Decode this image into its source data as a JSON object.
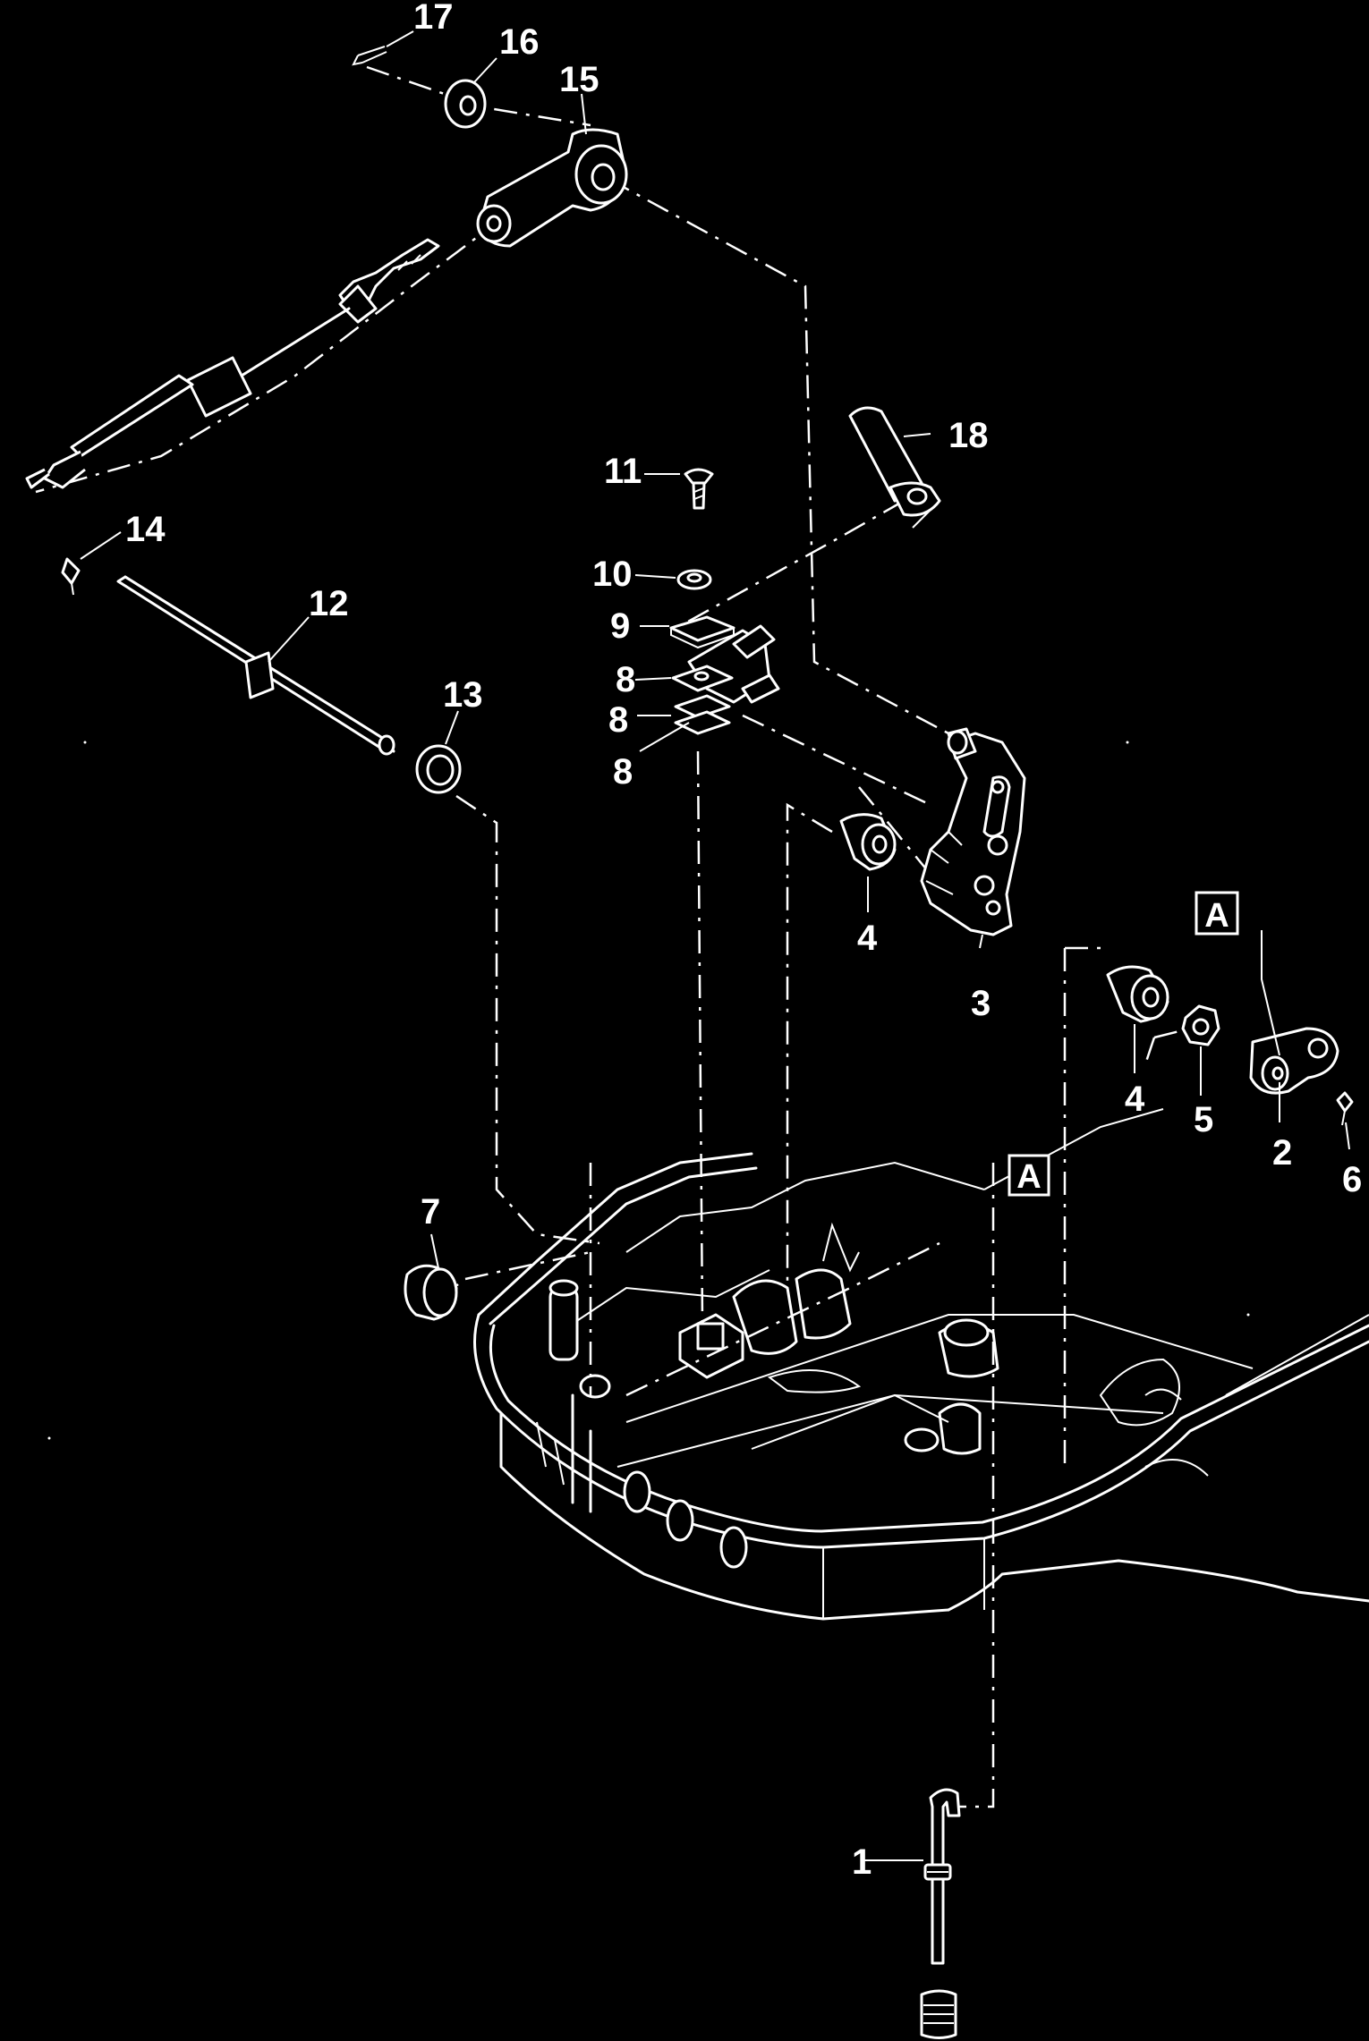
{
  "diagram": {
    "callouts": [
      "1",
      "2",
      "3",
      "4",
      "4",
      "5",
      "6",
      "7",
      "8",
      "8",
      "8",
      "9",
      "10",
      "11",
      "12",
      "13",
      "14",
      "15",
      "16",
      "17",
      "18"
    ],
    "reference_marks": [
      "A",
      "A"
    ]
  },
  "colors": {
    "background": "#000000",
    "linework": "#ffffff"
  }
}
